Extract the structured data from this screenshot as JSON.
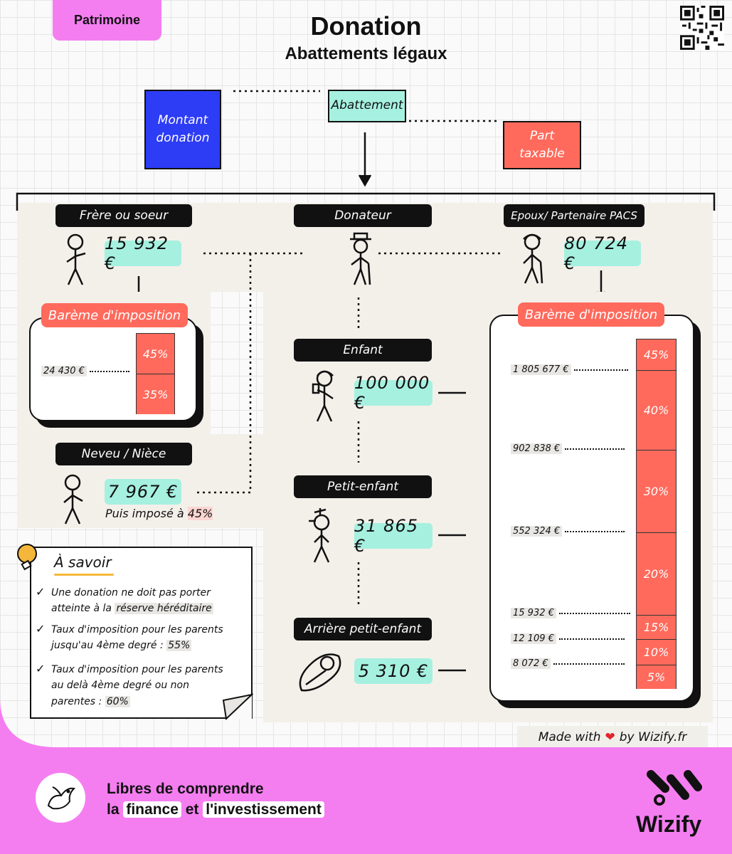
{
  "category": "Patrimoine",
  "title": "Donation",
  "subtitle": "Abattements légaux",
  "legend": {
    "montant_line1": "Montant",
    "montant_line2": "donation",
    "abattement": "Abattement",
    "part_line1": "Part",
    "part_line2": "taxable",
    "colors": {
      "montant": "#2d3cf5",
      "abattement": "#a6f0e0",
      "part_taxable": "#ff6a5c"
    }
  },
  "donateur": "Donateur",
  "beneficiaries": {
    "frere": {
      "label": "Frère ou soeur",
      "amount": "15 932 €"
    },
    "epoux": {
      "label": "Epoux/ Partenaire PACS",
      "amount": "80 724 €"
    },
    "neveu": {
      "label": "Neveu / Nièce",
      "amount": "7 967 €",
      "note_prefix": "Puis imposé à",
      "note_rate": "45%"
    },
    "enfant": {
      "label": "Enfant",
      "amount": "100 000 €"
    },
    "petit_enfant": {
      "label": "Petit-enfant",
      "amount": "31 865 €"
    },
    "arriere": {
      "label": "Arrière petit-enfant",
      "amount": "5 310 €"
    }
  },
  "bareme_small": {
    "title": "Barème d'imposition",
    "threshold": "24 430 €",
    "rates": [
      "45%",
      "35%"
    ]
  },
  "bareme_large": {
    "title": "Barème d'imposition",
    "rates": [
      "45%",
      "40%",
      "30%",
      "20%",
      "15%",
      "10%",
      "5%"
    ],
    "thresholds": [
      "1 805 677 €",
      "902 838 €",
      "552 324 €",
      "15 932 €",
      "12 109 €",
      "8 072 €"
    ]
  },
  "a_savoir": {
    "title": "À savoir",
    "items": [
      {
        "text": "Une donation ne doit pas porter atteinte à la",
        "highlight": "réserve héréditaire"
      },
      {
        "text": "Taux d'imposition pour les parents jusqu'au 4ème degré :",
        "highlight": "55%"
      },
      {
        "text": "Taux d'imposition pour les parents au delà 4ème degré ou non parentes :",
        "highlight": "60%"
      }
    ]
  },
  "made_with": {
    "prefix": "Made with",
    "suffix": "by Wizify.fr"
  },
  "footer": {
    "line1": "Libres de comprendre",
    "line2_a": "la",
    "line2_b": "finance",
    "line2_c": "et",
    "line2_d": "l'investissement",
    "brand": "Wizify"
  }
}
